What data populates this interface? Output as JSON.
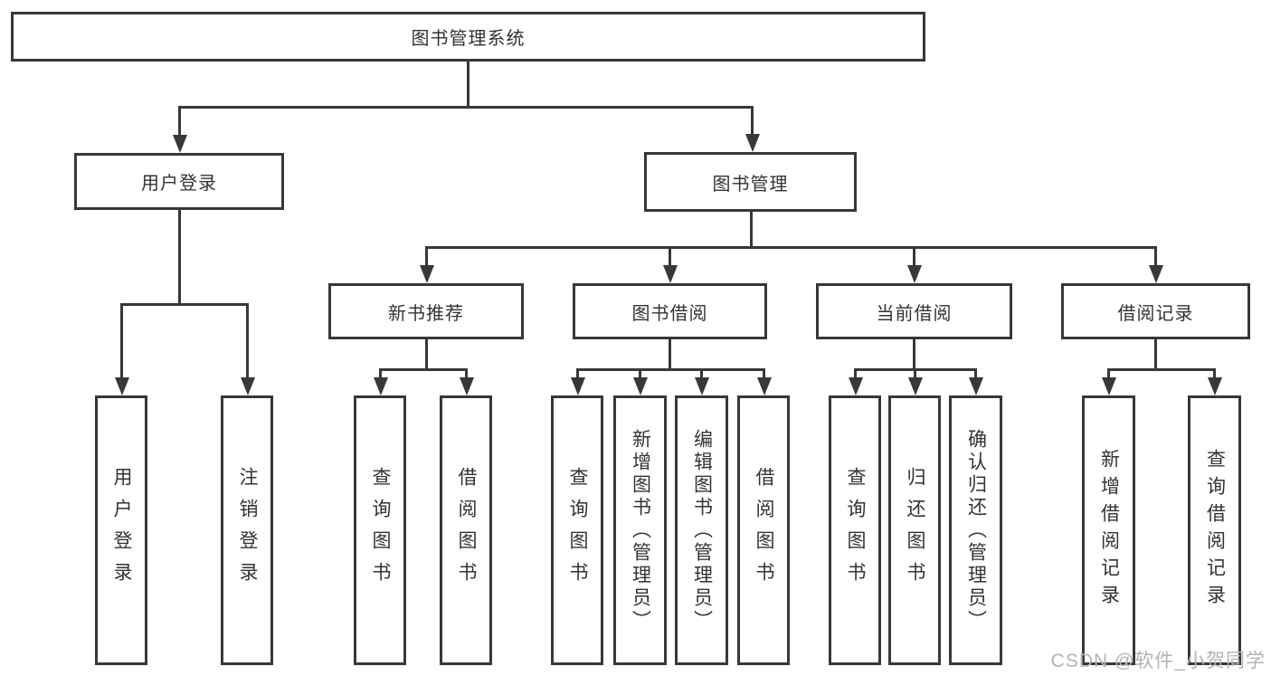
{
  "diagram": {
    "root": "图书管理系统",
    "level2": {
      "user_login": "用户登录",
      "book_management": "图书管理"
    },
    "level3": {
      "new_book": "新书推荐",
      "book_borrow": "图书借阅",
      "current_borrow": "当前借阅",
      "borrow_record": "借阅记录"
    },
    "leaves": {
      "user_login": [
        "用户登录",
        "注销登录"
      ],
      "new_book": [
        "查询图书",
        "借阅图书"
      ],
      "book_borrow": [
        "查询图书",
        "新增图书（管理员）",
        "编辑图书（管理员）",
        "借阅图书"
      ],
      "current_borrow": [
        "查询图书",
        "归还图书",
        "确认归还（管理员）"
      ],
      "borrow_record": [
        "新增借阅记录",
        "查询借阅记录"
      ]
    }
  },
  "watermark": "CSDN @软件_小贺同学",
  "colors": {
    "line": "#383838",
    "text": "#333333",
    "watermark": "#b3b3b3"
  }
}
